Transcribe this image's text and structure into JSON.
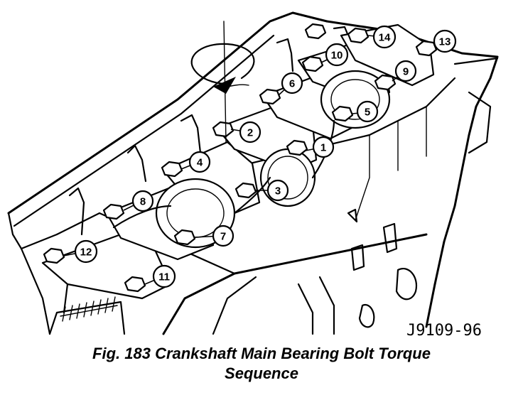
{
  "figure": {
    "id_label": "J9109-96",
    "caption_line1": "Fig. 183 Crankshaft Main Bearing Bolt Torque",
    "caption_line2": "Sequence"
  },
  "callouts": [
    "1",
    "2",
    "3",
    "4",
    "5",
    "6",
    "7",
    "8",
    "9",
    "10",
    "11",
    "12",
    "13",
    "14"
  ]
}
